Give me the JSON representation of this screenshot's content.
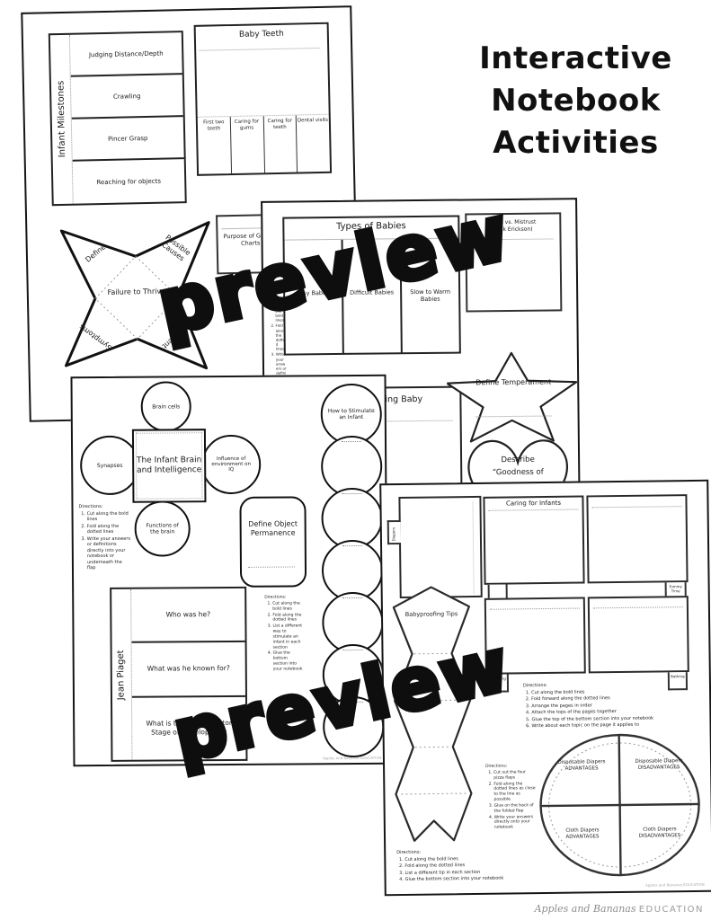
{
  "title": {
    "line1": "Interactive",
    "line2": "Notebook",
    "line3": "Activities"
  },
  "watermark": {
    "text": "preview"
  },
  "brand": {
    "name": "Apples and Bananas",
    "suffix": "EDUCATION"
  },
  "page_credit": "Apples and Bananas EDUCATION",
  "page1": {
    "milestones": {
      "side_label": "Infant Milestones",
      "rows": [
        "Judging Distance/Depth",
        "Crawling",
        "Pincer Grasp",
        "Reaching for objects"
      ]
    },
    "baby_teeth": {
      "title": "Baby Teeth",
      "tabs": [
        "First two teeth",
        "Caring for gums",
        "Caring for teeth",
        "Dental visits"
      ]
    },
    "growth_charts_label": "Purpose of Growth Charts",
    "fortune_star": {
      "center": "Failure to Thrive",
      "top_left": "Define",
      "top_right": "Possible Causes",
      "bottom_left": "Symptoms",
      "bottom_right": "Treatment"
    }
  },
  "page2": {
    "directions_side": {
      "title": "Directions:",
      "items": [
        "Cut along the bold lines",
        "Fold along the dotted lines",
        "Write your answers or definitions directly into your notebook or underneath the flaps"
      ]
    },
    "types_of_babies": {
      "title": "Types of Babies",
      "columns": [
        "Easy Babies",
        "Difficult Babies",
        "Slow to Warm Babies"
      ]
    },
    "trust": {
      "line1": "Trust vs. Mistrust",
      "line2": "(Erik Erickson)"
    },
    "calming_title": "Calming a Crying Baby",
    "temperament": "Define Temperament",
    "goodness": {
      "line1": "Describe",
      "line2": "“Goodness of"
    }
  },
  "page3": {
    "brain": {
      "center": "The Infant Brain and Intelligence",
      "top": "Brain cells",
      "left": "Synapses",
      "right": "Influence of environment on IQ",
      "bottom": "Functions of the brain"
    },
    "directions_flap": {
      "title": "Directions:",
      "items": [
        "Cut along the bold lines",
        "Fold along the dotted lines",
        "Write your answers or definitions directly into your notebook or underneath the flap"
      ]
    },
    "object_permanence": "Define Object Permanence",
    "stimulate": "How to Stimulate an Infant",
    "directions_chain": {
      "title": "Directions:",
      "items": [
        "Cut along the bold lines",
        "Fold along the dotted lines",
        "List a different way to stimulate an infant in each section",
        "Glue the bottom section into your notebook"
      ]
    },
    "piaget": {
      "side_label": "Jean Piaget",
      "rows": [
        "Who was he?",
        "What was he known for?",
        "What is the Sensorimotor Stage of Development"
      ]
    }
  },
  "page4": {
    "caring_title": "Caring for Infants",
    "tab_diapers": "Diapers",
    "tab_tummy": "Tummy Time",
    "tab_feeding": "Feeding",
    "tab_bathing": "Bathing",
    "babyproofing": "Babyproofing Tips",
    "directions_pages": {
      "title": "Directions:",
      "items": [
        "Cut along the bold lines",
        "Fold forward along the dotted lines",
        "Arrange the pages in order",
        "Attach the tops of the pages together",
        "Glue the top of the bottom section into your notebook",
        "Write about each topic on the page it applies to"
      ]
    },
    "directions_pizza": {
      "title": "Directions:",
      "items": [
        "Cut out the four pizza flaps",
        "Fold along the dotted lines as close to the line as possible",
        "Glue on the back of the folded flap",
        "Write your answers directly onto your notebook"
      ]
    },
    "directions_tips": {
      "title": "Directions:",
      "items": [
        "Cut along the bold lines",
        "Fold along the dotted lines",
        "List a different tip in each section",
        "Glue the bottom section into your notebook"
      ]
    },
    "wheel": {
      "q1": "Disposable Diapers ADVANTAGES",
      "q2": "Disposable Diapers DISADVANTAGES",
      "q3": "Cloth Diapers ADVANTAGES",
      "q4": "Cloth Diapers DISADVANTAGES"
    }
  }
}
